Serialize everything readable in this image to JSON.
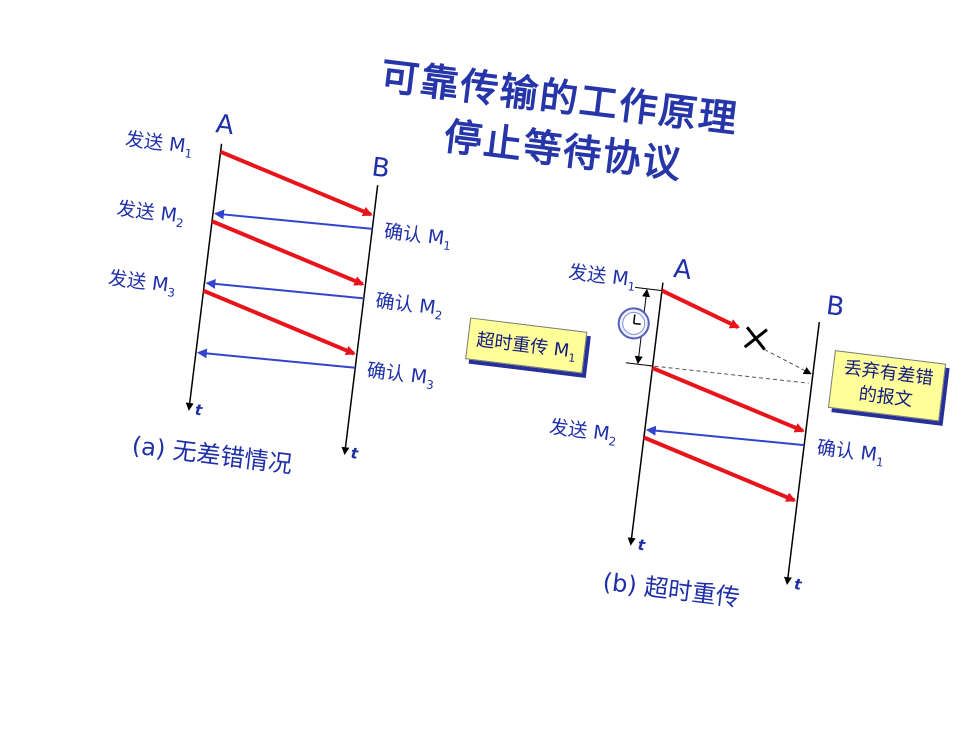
{
  "title": {
    "line1": "可靠传输的工作原理",
    "line2": "停止等待协议"
  },
  "panel_a": {
    "node_a": "A",
    "node_b": "B",
    "send_label": "发送 M",
    "ack_label": "确认 M",
    "subscripts": [
      "1",
      "2",
      "3"
    ],
    "time_label": "t",
    "caption": "(a) 无差错情况"
  },
  "panel_b": {
    "node_a": "A",
    "node_b": "B",
    "send_label": "发送 M",
    "ack_label": "确认 M",
    "sub1": "1",
    "sub2": "2",
    "timeout_box": "超时重传 M",
    "discard_line1": "丢弃有差错",
    "discard_line2": "的报文",
    "time_label": "t",
    "caption": "(b) 超时重传"
  },
  "colors": {
    "title": "#2636a8",
    "text": "#1f2fa8",
    "data_arrow": "#e8141c",
    "ack_arrow": "#3344cc",
    "box_fill": "#ffff99",
    "box_shadow": "#26309a"
  }
}
